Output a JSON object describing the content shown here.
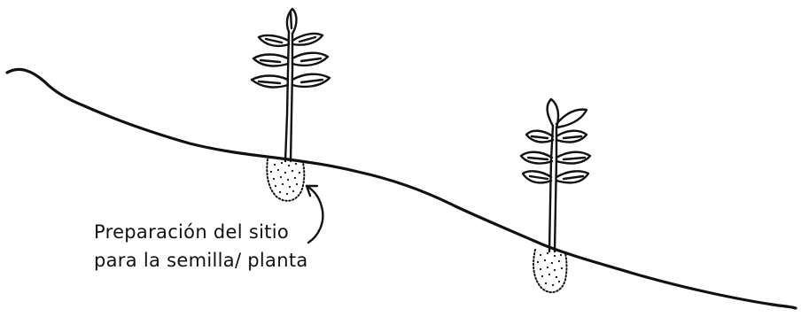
{
  "caption": {
    "line1": "Preparación del sitio",
    "line2": "para la semilla/ planta"
  },
  "colors": {
    "ink": "#111111",
    "background": "#ffffff"
  },
  "plants": [
    {
      "name": "seedling-upper",
      "prepared_soil": true
    },
    {
      "name": "seedling-lower",
      "prepared_soil": true
    }
  ]
}
